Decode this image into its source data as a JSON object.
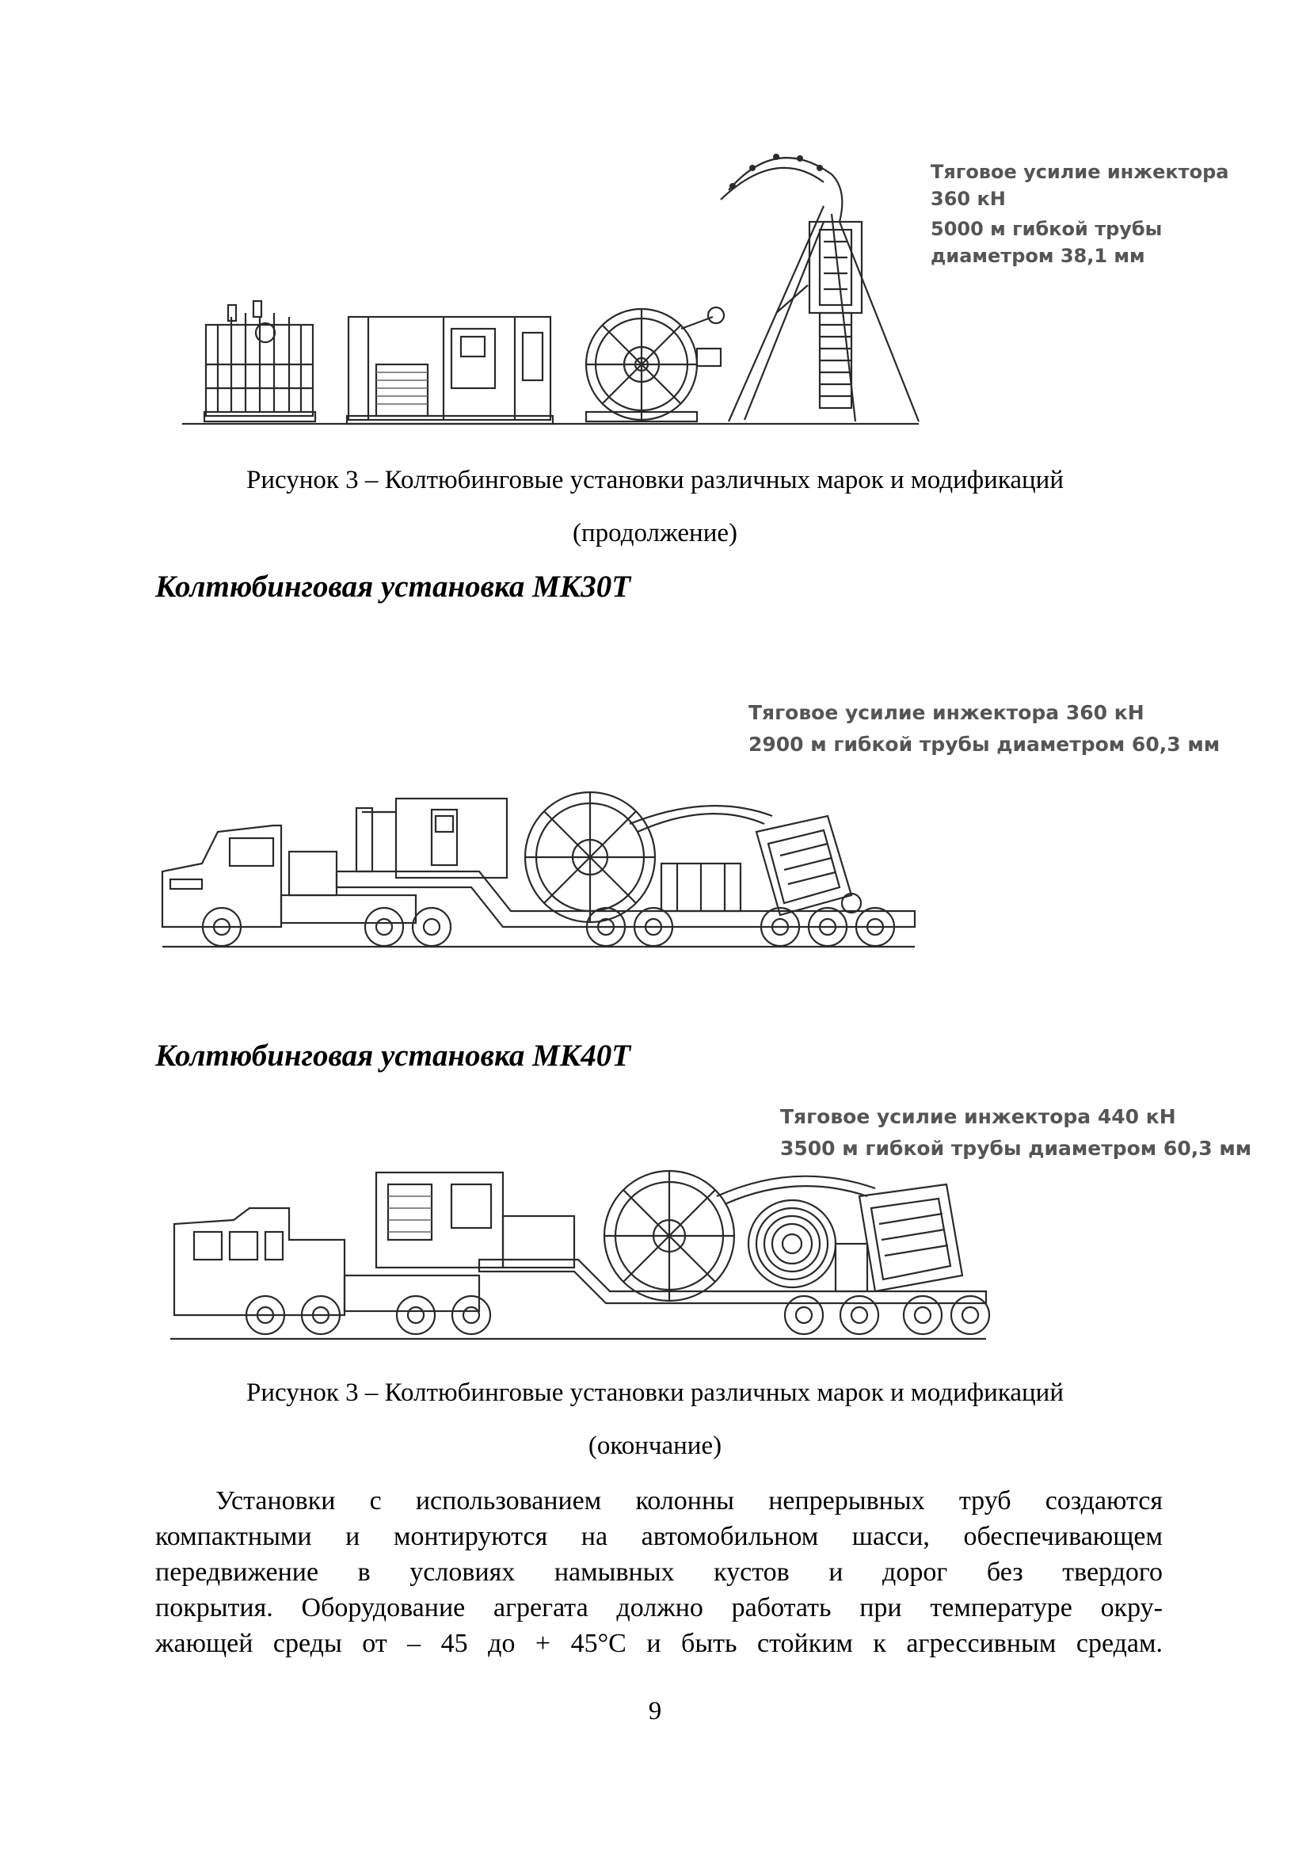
{
  "figure_top": {
    "spec_line_1": "Тяговое усилие инжектора",
    "spec_line_2": "360 кН",
    "spec_line_3": "5000 м гибкой трубы",
    "spec_line_4": "диаметром 38,1 мм"
  },
  "caption_1": {
    "line_1": "Рисунок 3 – Колтюбинговые установки различных марок и модификаций",
    "line_2": "(продолжение)"
  },
  "section_mk30t": {
    "heading": "Колтюбинговая установка МК30Т",
    "spec_line_1": "Тяговое усилие инжектора 360 кН",
    "spec_line_2": "2900 м гибкой трубы диаметром 60,3 мм"
  },
  "section_mk40t": {
    "heading": "Колтюбинговая установка МК40Т",
    "spec_line_1": "Тяговое усилие инжектора 440 кН",
    "spec_line_2": "3500 м гибкой трубы диаметром 60,3 мм"
  },
  "caption_2": {
    "line_1": "Рисунок 3 – Колтюбинговые установки различных марок и модификаций",
    "line_2": "(окончание)"
  },
  "paragraph": {
    "line_1": "Установки с использованием колонны непрерывных труб создаются",
    "line_2": "компактными и монтируются на автомобильном шасси, обеспечивающем",
    "line_3": "передвижение в условиях намывных кустов и дорог без твердого",
    "line_4": "покрытия. Оборудование агрегата должно работать при температуре окру-",
    "line_5": "жающей среды от – 45 до + 45°С и быть стойким к агрессивным средам."
  },
  "page_number": "9"
}
